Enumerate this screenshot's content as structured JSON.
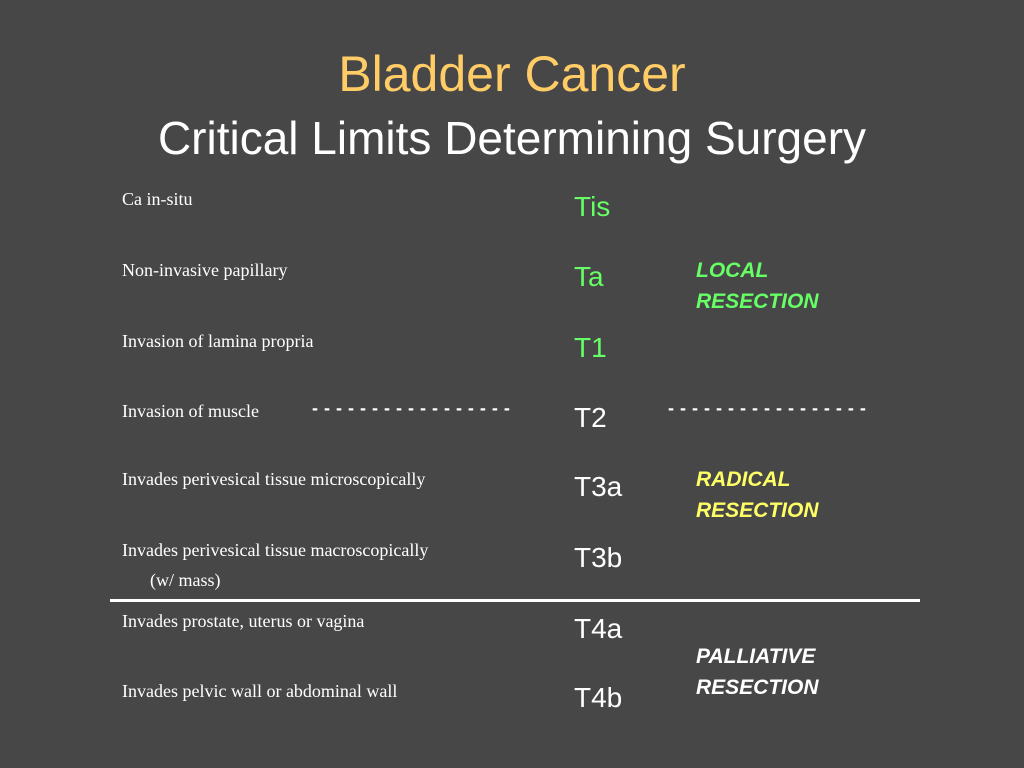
{
  "slide": {
    "title": "Bladder Cancer",
    "subtitle": "Critical Limits Determining Surgery"
  },
  "rows": [
    {
      "description": "Ca in-situ",
      "stage": "Tis"
    },
    {
      "description": "Non-invasive papillary",
      "stage": "Ta"
    },
    {
      "description": "Invasion of lamina propria",
      "stage": "T1"
    },
    {
      "description": "Invasion of muscle",
      "stage": "T2"
    },
    {
      "description": "Invades perivesical tissue microscopically",
      "stage": "T3a"
    },
    {
      "description": "Invades perivesical tissue macroscopically",
      "description_cont": "(w/ mass)",
      "stage": "T3b"
    },
    {
      "description": "Invades prostate, uterus or vagina",
      "stage": "T4a"
    },
    {
      "description": "Invades pelvic wall or abdominal wall",
      "stage": "T4b"
    }
  ],
  "dividers": {
    "left_dashes": "- - - - - - - - - - - - - - - - -",
    "right_dashes": "- - - - - - - - - - - - - - - - -"
  },
  "actions": {
    "local": {
      "line1": "LOCAL",
      "line2": "RESECTION",
      "color": "#66ff66"
    },
    "radical": {
      "line1": "RADICAL",
      "line2": "RESECTION",
      "color": "#ffff66"
    },
    "palliative": {
      "line1": "PALLIATIVE",
      "line2": "RESECTION",
      "color": "#ffffff"
    }
  },
  "colors": {
    "background": "#474747",
    "title": "#ffcc66",
    "subtitle": "#ffffff",
    "stage_green": "#66ff66",
    "text": "#ffffff"
  }
}
